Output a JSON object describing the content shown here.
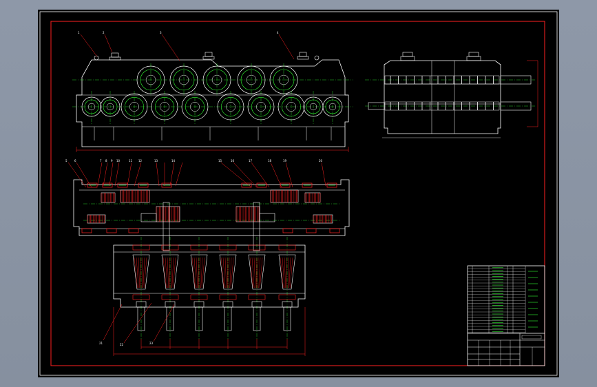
{
  "colors": {
    "viewport_bg": "#8a94a3",
    "sheet_bg": "#000000",
    "outline": "#ffffff",
    "frame": "#ff2020",
    "gear": "#33ff33",
    "centerline": "#33ff33",
    "bearing": "#ff2020",
    "dimension": "#ff2020",
    "text": "#ffffff"
  },
  "top_view_labels": [
    "1",
    "2",
    "3",
    "4"
  ],
  "main_section_labels_left": [
    "5",
    "6",
    "7",
    "8",
    "9",
    "10",
    "11",
    "12",
    "13",
    "14"
  ],
  "main_section_labels_right": [
    "15",
    "16",
    "17",
    "18",
    "19",
    "20"
  ],
  "bottom_labels": [
    "21",
    "22",
    "23"
  ]
}
